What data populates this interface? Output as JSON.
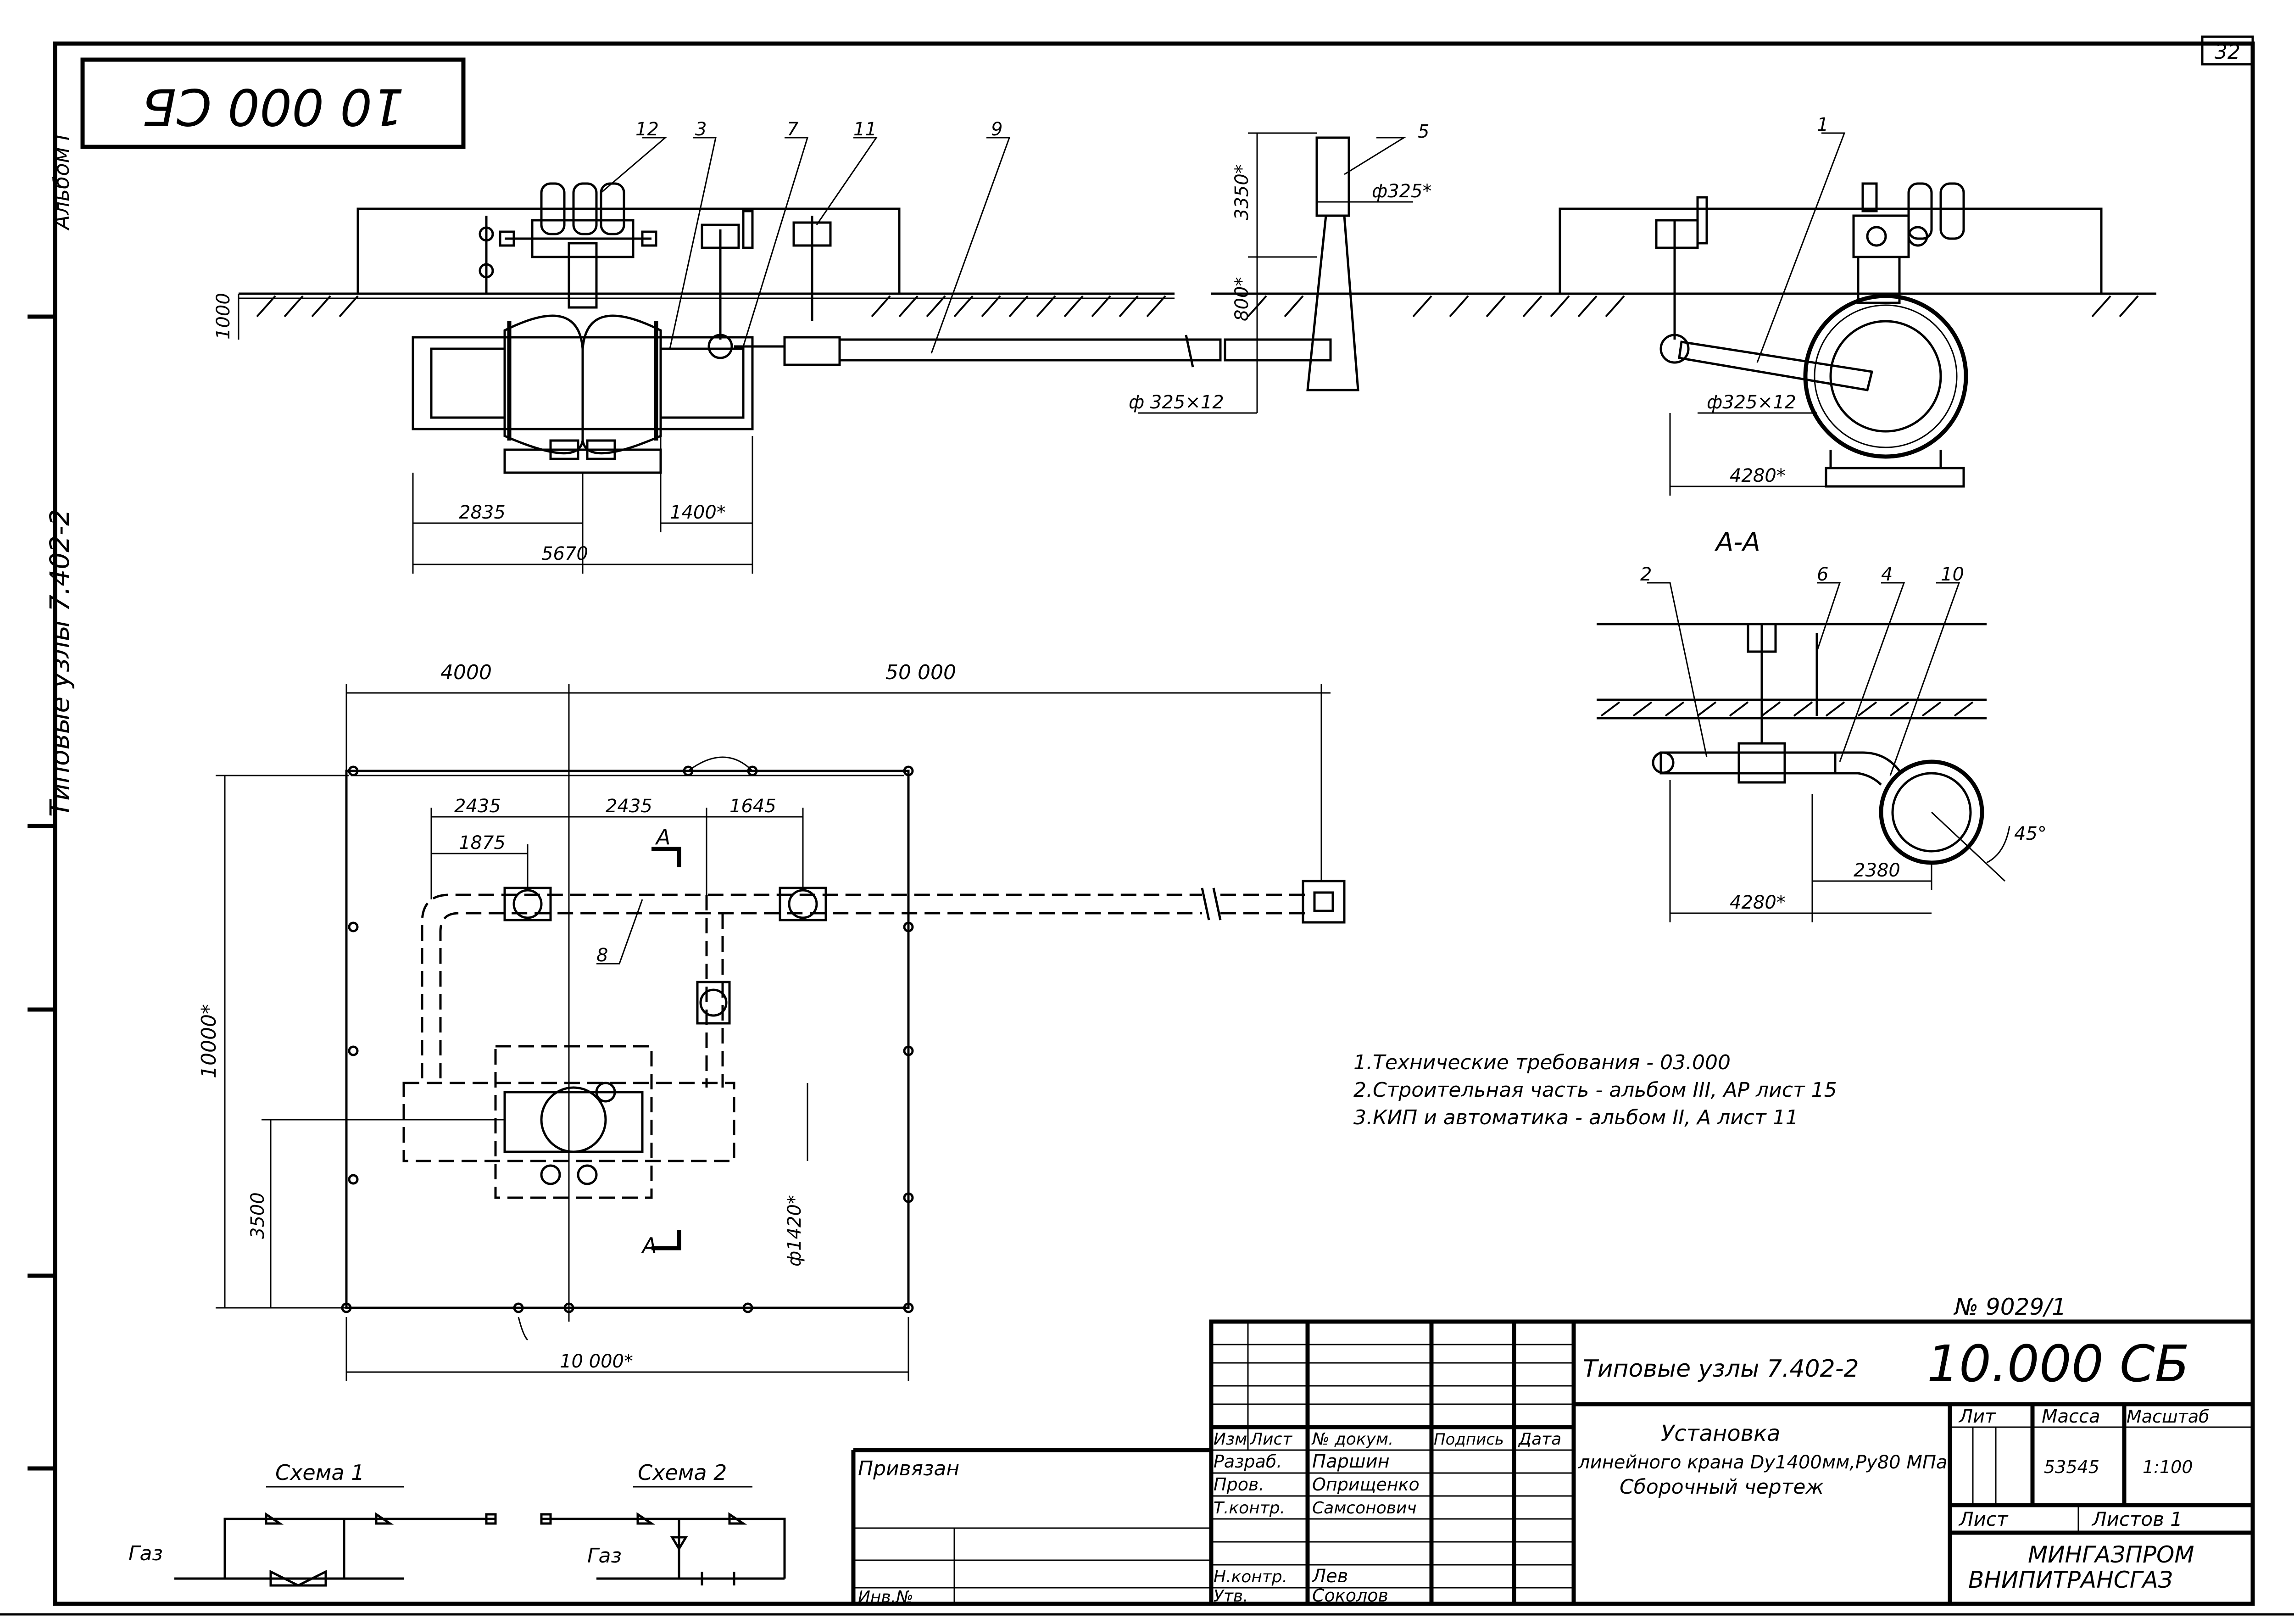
{
  "sheet_number": "32",
  "stamp_code": "10 000 СБ",
  "left_margin": {
    "album": "Альбом I",
    "series": "Типовые узлы 7.402-2"
  },
  "dimensions": {
    "d1000": "1000",
    "d2835": "2835",
    "d5670": "5670",
    "d1400": "1400*",
    "d3350": "3350*",
    "d800": "800*",
    "d325": "ф325*",
    "d325x12": "ф 325×12",
    "d325x12_right": "ф325×12",
    "d4280_top": "4280*",
    "d4000": "4000",
    "d50000": "50 000",
    "d2435a": "2435",
    "d2435b": "2435",
    "d1645": "1645",
    "d1875": "1875",
    "d10000v": "10000*",
    "d3500": "3500",
    "d1420": "ф1420*",
    "d10000h": "10 000*",
    "d2380": "2380",
    "d4280_aa": "4280*",
    "angle45": "45°"
  },
  "callouts": [
    "12",
    "3",
    "7",
    "11",
    "9",
    "5",
    "1",
    "2",
    "6",
    "4",
    "10",
    "8"
  ],
  "section": {
    "title": "А-А",
    "mark_top": "А",
    "mark_bottom": "А"
  },
  "notes": [
    "1.Технические требования - 03.000",
    "2.Строительная часть - альбом III, АР лист 15",
    "3.КИП и автоматика - альбом II, А лист 11"
  ],
  "schemes": {
    "scheme1": "Схема 1",
    "scheme2": "Схема 2",
    "gas": "Газ"
  },
  "title_block": {
    "order_no": "№ 9029/1",
    "series": "Типовые узлы 7.402-2",
    "doc_code": "10.000 СБ",
    "title_l1": "Установка",
    "title_l2": "линейного крана Dу1400мм,Pу80 МПа",
    "title_l3": "Сборочный чертеж",
    "col_headers": [
      "Изм",
      "Лист",
      "№ докум.",
      "Подпись",
      "Дата"
    ],
    "roles": [
      "Разраб.",
      "Пров.",
      "Т.контр.",
      "",
      "Н.контр.",
      "Утв."
    ],
    "names": [
      "Паршин",
      "Оприщенко",
      "Самсонович",
      "",
      "Лев",
      "Соколов"
    ],
    "lit": "Лит",
    "mass": "Масса",
    "scale": "Масштаб",
    "mass_value": "53545",
    "scale_value": "1:100",
    "sheet_label": "Лист",
    "sheets_label": "Листов 1",
    "org1": "МИНГАЗПРОМ",
    "org2": "ВНИПИТРАНСГАЗ",
    "bound": "Привязан",
    "inv": "Инв.№"
  }
}
